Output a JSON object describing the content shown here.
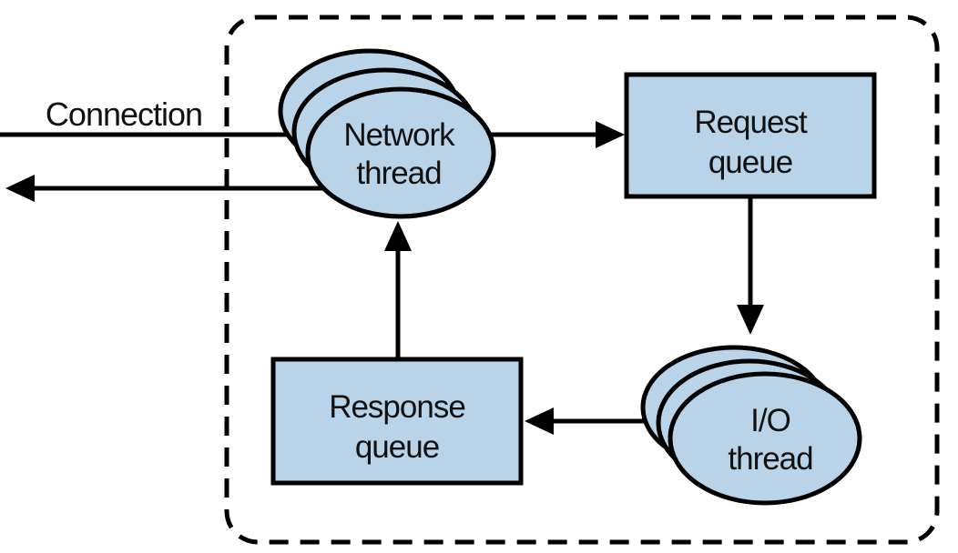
{
  "diagram": {
    "external_label": "Connection",
    "nodes": {
      "network_thread": {
        "line1": "Network",
        "line2": "thread",
        "shape": "stacked-ellipses"
      },
      "request_queue": {
        "line1": "Request",
        "line2": "queue",
        "shape": "rectangle"
      },
      "io_thread": {
        "line1": "I/O",
        "line2": "thread",
        "shape": "stacked-ellipses"
      },
      "response_queue": {
        "line1": "Response",
        "line2": "queue",
        "shape": "rectangle"
      }
    },
    "edges": [
      {
        "from": "connection",
        "to": "network_thread",
        "direction": "inbound"
      },
      {
        "from": "network_thread",
        "to": "connection",
        "direction": "outbound"
      },
      {
        "from": "network_thread",
        "to": "request_queue"
      },
      {
        "from": "request_queue",
        "to": "io_thread"
      },
      {
        "from": "io_thread",
        "to": "response_queue"
      },
      {
        "from": "response_queue",
        "to": "network_thread"
      }
    ],
    "colors": {
      "node_fill": "#b9d4e8",
      "stroke": "#000000",
      "background": "#ffffff",
      "text": "#111111"
    }
  }
}
